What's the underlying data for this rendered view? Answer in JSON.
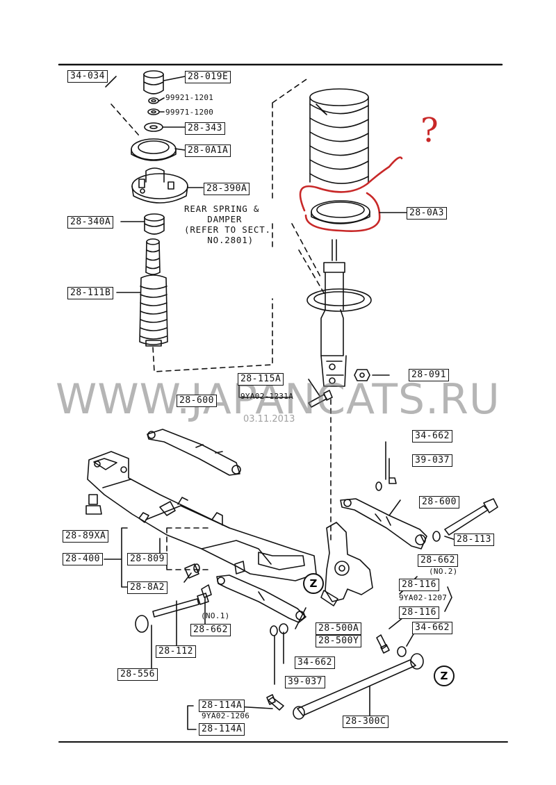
{
  "part_labels": {
    "p34_034": "34-034",
    "p28_019E": "28-019E",
    "p99921": "99921-1201",
    "p99971": "99971-1200",
    "p28_343": "28-343",
    "p28_0A1A": "28-0A1A",
    "p28_390A": "28-390A",
    "p28_340A": "28-340A",
    "p28_111B": "28-111B",
    "p28_0A3": "28-0A3",
    "p28_091": "28-091",
    "p28_115A": "28-115A",
    "n9YA02_1231A": "9YA02-1231A",
    "p28_600_left": "28-600",
    "p34_662_top": "34-662",
    "p39_037_top": "39-037",
    "p28_600_right": "28-600",
    "p28_113": "28-113",
    "p28_662_no2": "28-662",
    "n_no2": "(NO.2)",
    "p28_116_a": "28-116",
    "n9YA02_1207": "9YA02-1207",
    "p28_116_b": "28-116",
    "p34_662_right": "34-662",
    "p28_89XA": "28-89XA",
    "p28_400": "28-400",
    "p28_809": "28-809",
    "p28_8A2": "28-8A2",
    "n_no1": "(NO.1)",
    "p28_662_no1": "28-662",
    "p28_500A": "28-500A",
    "p28_500Y": "28-500Y",
    "p28_112": "28-112",
    "p34_662_bottom": "34-662",
    "p28_556": "28-556",
    "p39_037_bottom": "39-037",
    "p28_114A_a": "28-114A",
    "n9YA02_1206": "9YA02-1206",
    "p28_114A_b": "28-114A",
    "p28_300C": "28-300C"
  },
  "note_text": "REAR SPRING &\n    DAMPER\n(REFER TO SECT.\n    NO.2801)",
  "zone_marker": "Z",
  "annotation_question": "?",
  "watermark": "WWW.JAPANCATS.RU",
  "watermark_date": "03.11.2013",
  "colors": {
    "ink": "#111111",
    "annotation_red": "#c82828",
    "watermark": "#8c8c8c"
  }
}
